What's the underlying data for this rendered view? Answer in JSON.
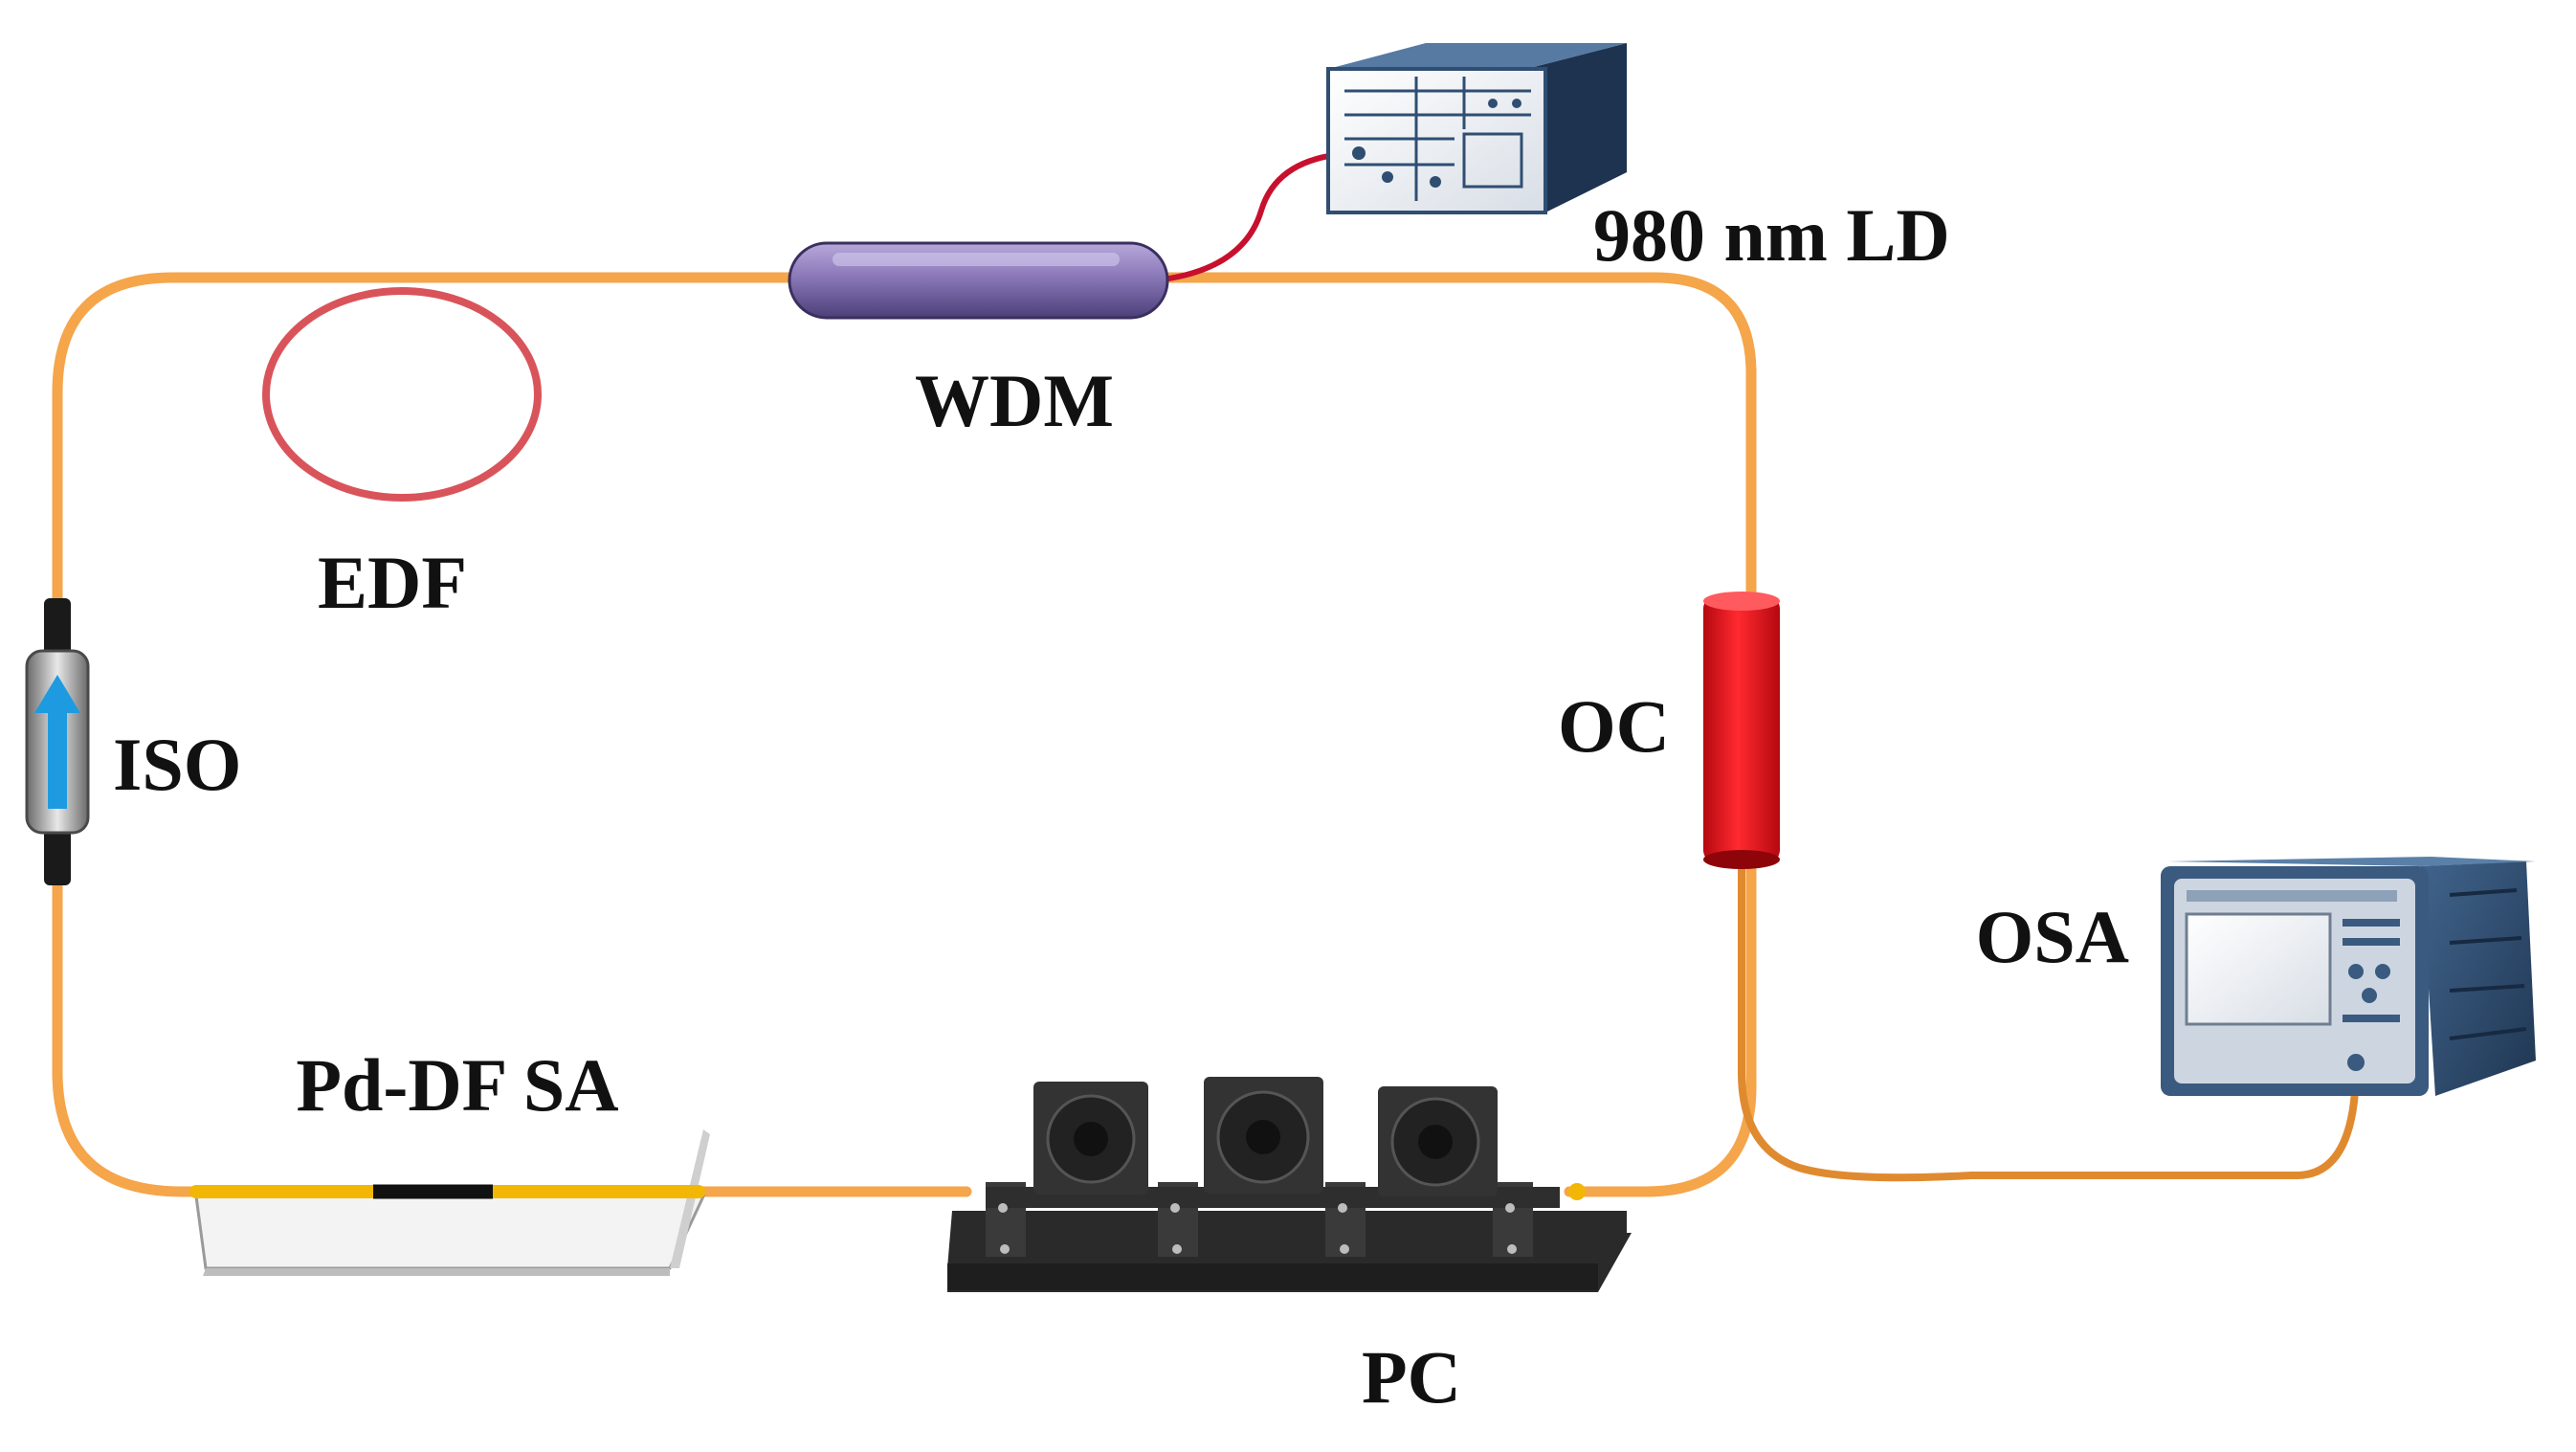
{
  "labels": {
    "ld": "980 nm LD",
    "wdm": "WDM",
    "edf": "EDF",
    "iso": "ISO",
    "oc": "OC",
    "osa": "OSA",
    "sa": "Pd-DF SA",
    "pc": "PC"
  },
  "colors": {
    "fiber": "#F5A54A",
    "edf_coil": "#D9545A",
    "wdm_body": "#8A78B8",
    "pump_fiber": "#C8102E",
    "oc_body": "#E8141B",
    "sa_fiber": "#F2B705",
    "iso_arrow": "#1E9BE0",
    "instrument": "#2F4E72",
    "pc_body": "#2A2A2A"
  },
  "icons": {
    "laser": "laser-diode-source-icon",
    "osa": "optical-spectrum-analyzer-icon",
    "pc": "polarization-controller-icon",
    "iso": "isolator-icon"
  }
}
